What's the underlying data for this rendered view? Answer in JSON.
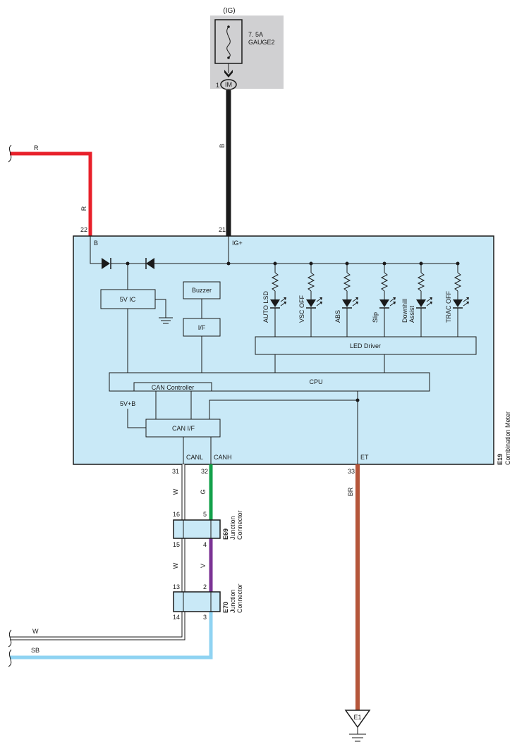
{
  "fuse": {
    "ig_label": "(IG)",
    "rating": "7. 5A",
    "name": "GAUGE2",
    "pin": "1",
    "connector": "IM"
  },
  "wires": {
    "r_top": "R",
    "r_side": "R",
    "b": "B",
    "w_31": "W",
    "g": "G",
    "w_15": "W",
    "v": "V",
    "w_bottom": "W",
    "sb": "SB",
    "br": "BR"
  },
  "pins": {
    "p22": "22",
    "p21": "21",
    "p31": "31",
    "p32": "32",
    "p33": "33",
    "p16": "16",
    "p5": "5",
    "p15": "15",
    "p4": "4",
    "p13": "13",
    "p2": "2",
    "p14": "14",
    "p3": "3"
  },
  "meter": {
    "terminal_b": "B",
    "terminal_ig": "IG+",
    "terminal_canl": "CANL",
    "terminal_canh": "CANH",
    "terminal_et": "ET",
    "code": "E19",
    "name": "Combination Meter",
    "ic5v": "5V IC",
    "buzzer": "Buzzer",
    "if": "I/F",
    "led_driver": "LED Driver",
    "cpu": "CPU",
    "can_controller": "CAN Controller",
    "can_if": "CAN I/F",
    "v5b": "5V+B",
    "leds": [
      "AUTO LSD",
      "VSC OFF",
      "ABS",
      "Slip",
      "Downhill",
      "Assist",
      "TRAC OFF"
    ]
  },
  "junctions": {
    "e69_code": "E69",
    "e69_l1": "Junction",
    "e69_l2": "Connector",
    "e70_code": "E70",
    "e70_l1": "Junction",
    "e70_l2": "Connector"
  },
  "ground": {
    "label": "E1"
  },
  "colors": {
    "r": "#e8202a",
    "b": "#1a1a1a",
    "g": "#12a04a",
    "v": "#7b3294",
    "sb": "#8fd3f2",
    "br": "#b5563a",
    "w": "#ffffff",
    "meter_fill": "#c9e9f7",
    "fuse_bg": "#d0d0d2"
  }
}
